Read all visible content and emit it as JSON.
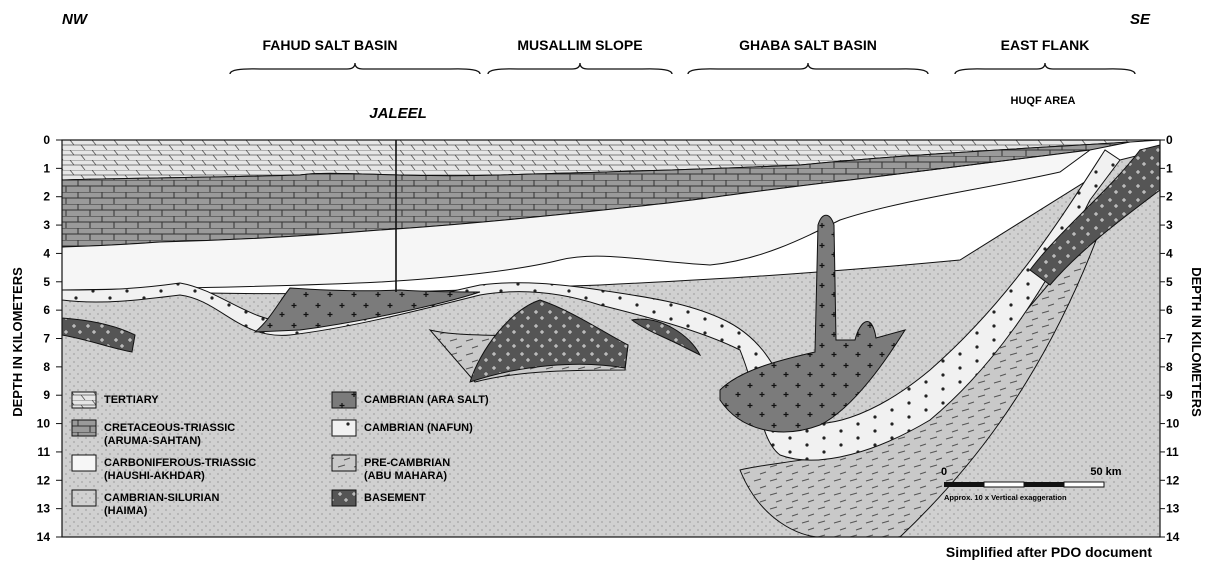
{
  "orientation": {
    "left": "NW",
    "right": "SE"
  },
  "regions": [
    {
      "label": "FAHUD SALT BASIN"
    },
    {
      "label": "MUSALLIM SLOPE"
    },
    {
      "label": "GHABA SALT BASIN"
    },
    {
      "label": "EAST FLANK"
    }
  ],
  "sub_region": "HUQF AREA",
  "well": "JALEEL",
  "axis": {
    "label": "DEPTH IN KILOMETERS",
    "ticks": [
      "0",
      "1",
      "2",
      "3",
      "4",
      "5",
      "6",
      "7",
      "8",
      "9",
      "10",
      "11",
      "12",
      "13",
      "14"
    ]
  },
  "legend": [
    {
      "lines": [
        "TERTIARY"
      ],
      "pattern": "tertiary"
    },
    {
      "lines": [
        "CRETACEOUS-TRIASSIC",
        "(ARUMA-SAHTAN)"
      ],
      "pattern": "brick"
    },
    {
      "lines": [
        "CARBONIFEROUS-TRIASSIC",
        "(HAUSHI-AKHDAR)"
      ],
      "pattern": "blank"
    },
    {
      "lines": [
        "CAMBRIAN-SILURIAN",
        "(HAIMA)"
      ],
      "pattern": "stipple"
    },
    {
      "lines": [
        "CAMBRIAN (ARA SALT)"
      ],
      "pattern": "salt"
    },
    {
      "lines": [
        "CAMBRIAN (NAFUN)"
      ],
      "pattern": "nafun"
    },
    {
      "lines": [
        "PRE-CAMBRIAN",
        "(ABU MAHARA)"
      ],
      "pattern": "dash"
    },
    {
      "lines": [
        "BASEMENT"
      ],
      "pattern": "basement"
    }
  ],
  "scale_bar": {
    "start": "0",
    "end": "50 km",
    "note": "Approx. 10 x Vertical exaggeration"
  },
  "credit": "Simplified after PDO document"
}
